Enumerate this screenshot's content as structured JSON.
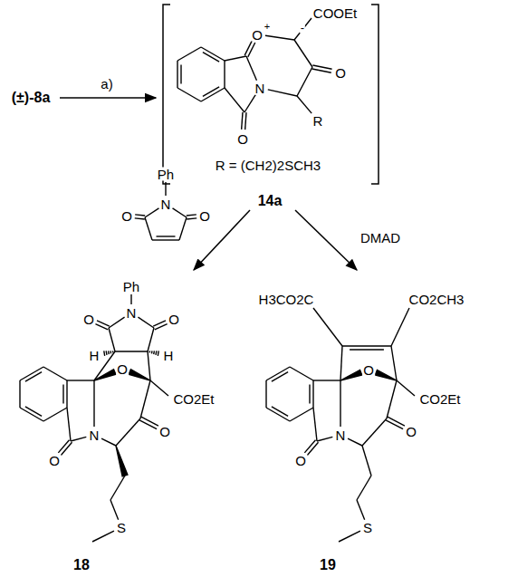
{
  "diagram": {
    "labels": [
      "(±)-8a",
      "a)",
      "COOEt",
      "O",
      "+",
      "-",
      "O",
      "N",
      "R",
      "O",
      "R = (CH2)2SCH3",
      "14a",
      "Ph",
      "N",
      "O",
      "O",
      "DMAD",
      "Ph",
      "N",
      "O",
      "O",
      "H",
      "H",
      "O",
      "CO2Et",
      "O",
      "N",
      "O",
      "S",
      "18",
      "H3CO2C",
      "CO2CH3",
      "O",
      "CO2Et",
      "O",
      "N",
      "O",
      "S",
      "19"
    ]
  }
}
